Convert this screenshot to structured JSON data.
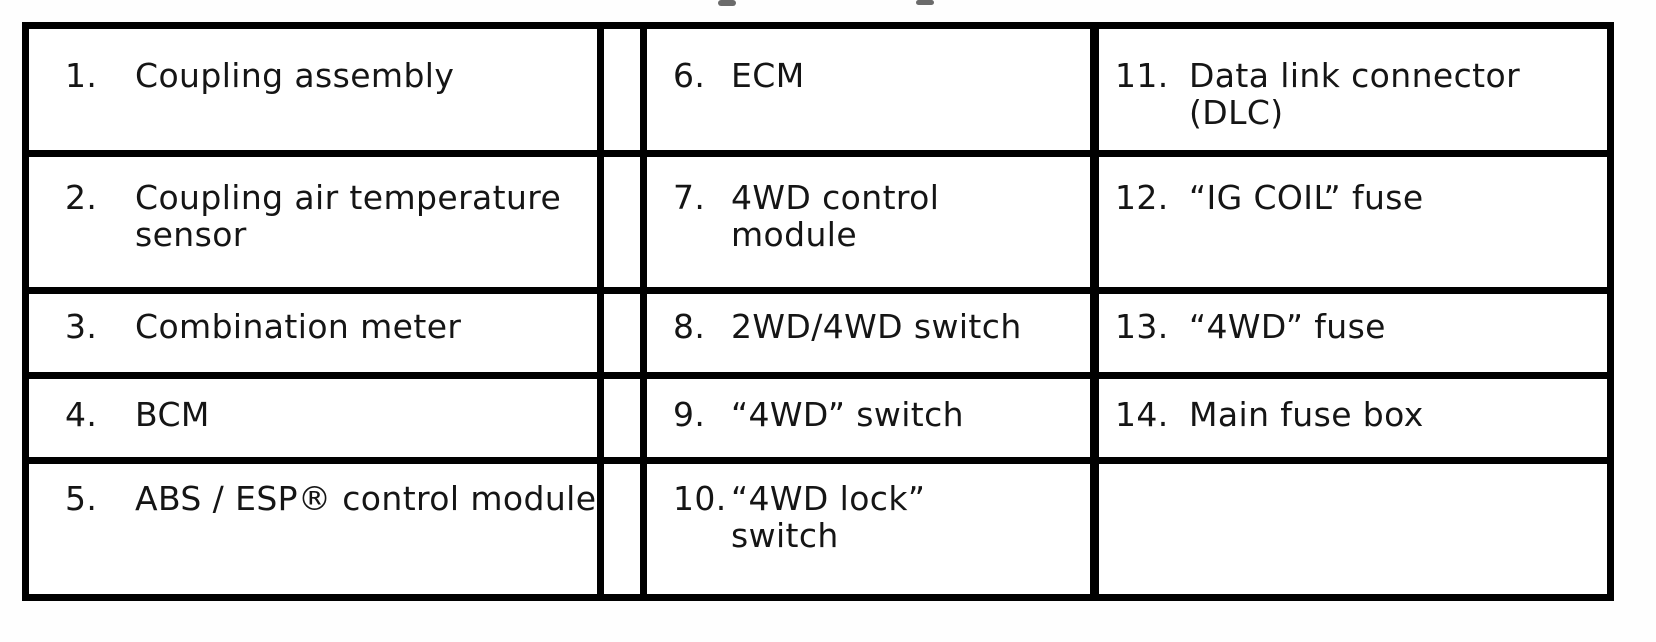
{
  "page": {
    "background_color": "#ffffff"
  },
  "legend_table": {
    "border_color": "#000000",
    "text_color": "#151515",
    "columns": [
      {
        "cells": [
          {
            "num": "1.",
            "label": "Coupling assembly"
          },
          {
            "num": "2.",
            "label": "Coupling air temperature\nsensor"
          },
          {
            "num": "3.",
            "label": "Combination meter"
          },
          {
            "num": "4.",
            "label": "BCM"
          },
          {
            "num": "5.",
            "label": "ABS / ESP® control module"
          }
        ]
      },
      {
        "cells": [
          {
            "num": "6.",
            "label": "ECM"
          },
          {
            "num": "7.",
            "label": "4WD control\nmodule"
          },
          {
            "num": "8.",
            "label": "2WD/4WD switch"
          },
          {
            "num": "9.",
            "label": "“4WD” switch"
          },
          {
            "num": "10.",
            "label": "“4WD lock”\nswitch"
          }
        ]
      },
      {
        "cells": [
          {
            "num": "11.",
            "label": "Data link connector\n(DLC)"
          },
          {
            "num": "12.",
            "label": "“IG COIL” fuse"
          },
          {
            "num": "13.",
            "label": "“4WD” fuse"
          },
          {
            "num": "14.",
            "label": "Main fuse box"
          },
          {
            "num": "",
            "label": ""
          }
        ]
      }
    ]
  }
}
